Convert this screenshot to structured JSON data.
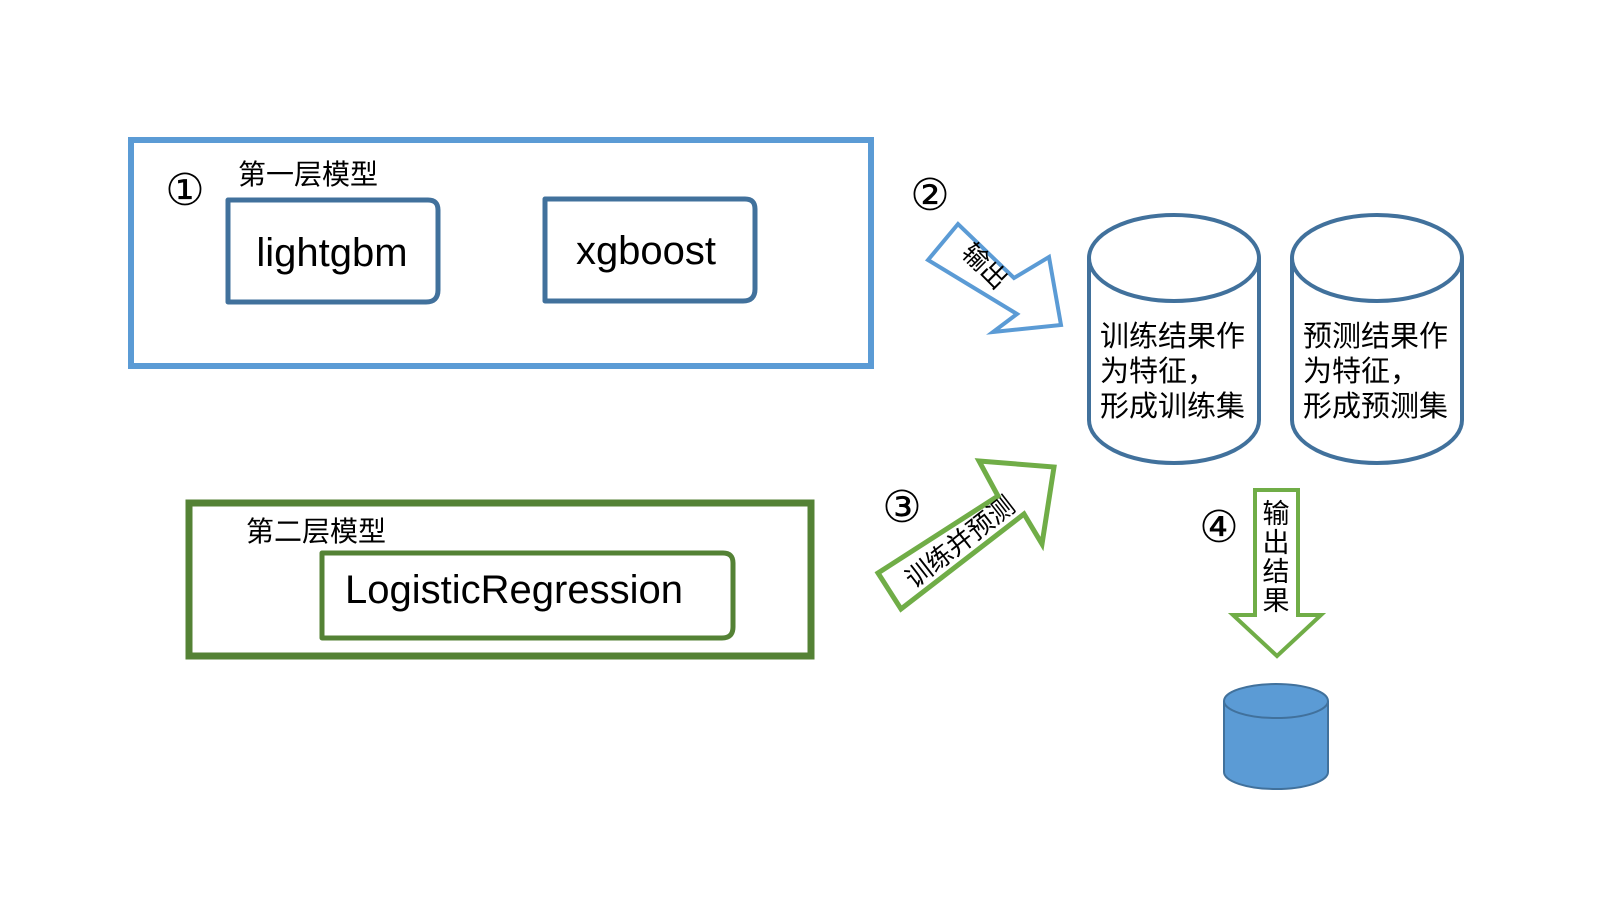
{
  "layer1": {
    "step": "①",
    "title": "第一层模型",
    "models": [
      "lightgbm",
      "xgboost"
    ]
  },
  "layer2": {
    "title": "第二层模型",
    "model": "LogisticRegression"
  },
  "arrow_output": {
    "step": "②",
    "label": "输出"
  },
  "arrow_train_predict": {
    "step": "③",
    "label": "训练并预测"
  },
  "arrow_result": {
    "step": "④",
    "label_chars": [
      "输",
      "出",
      "结",
      "果"
    ]
  },
  "train_db": {
    "lines": [
      "训练结果作",
      "为特征，",
      "形成训练集"
    ]
  },
  "predict_db": {
    "lines": [
      "预测结果作",
      "为特征，",
      "形成预测集"
    ]
  },
  "colors": {
    "layer1_border": "#5B9BD5",
    "model_border": "#41719C",
    "layer2_border": "#548235",
    "arrow_green": "#70AD47",
    "db_border": "#41719C",
    "result_db_fill": "#5B9BD5"
  }
}
